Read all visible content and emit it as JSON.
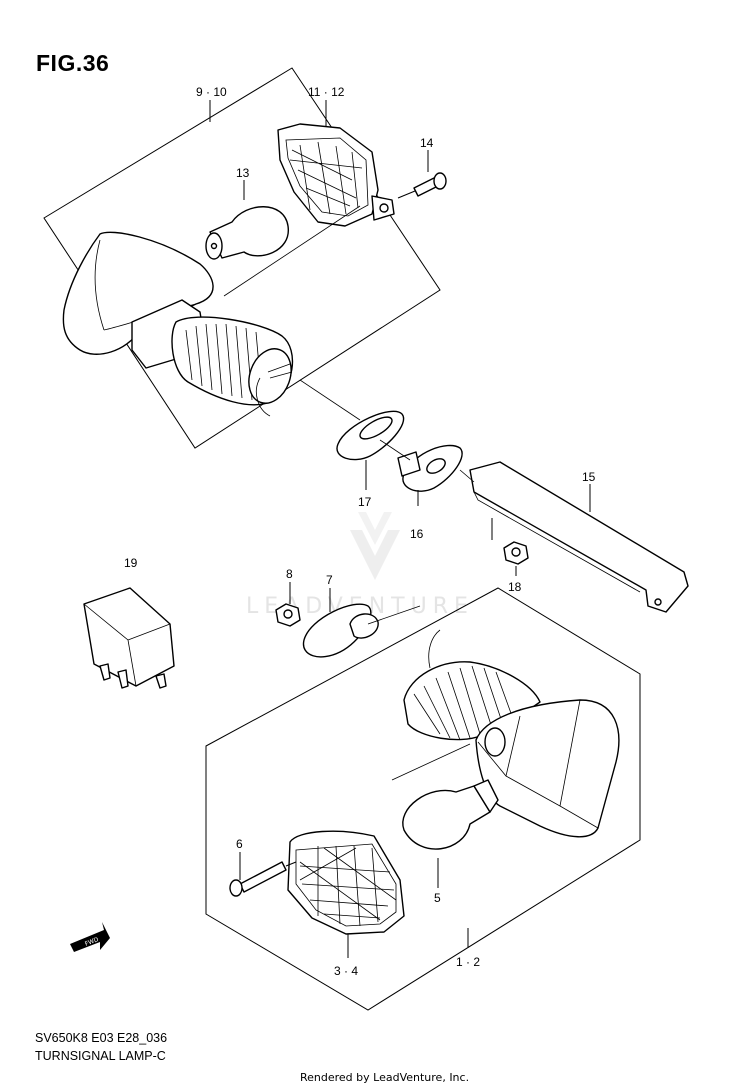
{
  "figure": {
    "title": "FIG.36",
    "model_code": "SV650K8 E03 E28_036",
    "part_name": "TURNSIGNAL LAMP-C",
    "rendered_by": "Rendered by LeadVenture, Inc.",
    "watermark": "LEADVENTURE",
    "fwd_label": "FWD"
  },
  "callouts": [
    {
      "id": "c-9-10",
      "text": "9 · 10"
    },
    {
      "id": "c-11-12",
      "text": "11 · 12"
    },
    {
      "id": "c-13",
      "text": "13"
    },
    {
      "id": "c-14",
      "text": "14"
    },
    {
      "id": "c-15",
      "text": "15"
    },
    {
      "id": "c-16",
      "text": "16"
    },
    {
      "id": "c-17",
      "text": "17"
    },
    {
      "id": "c-18",
      "text": "18"
    },
    {
      "id": "c-19",
      "text": "19"
    },
    {
      "id": "c-8",
      "text": "8"
    },
    {
      "id": "c-7",
      "text": "7"
    },
    {
      "id": "c-6",
      "text": "6"
    },
    {
      "id": "c-5",
      "text": "5"
    },
    {
      "id": "c-3-4",
      "text": "3 · 4"
    },
    {
      "id": "c-1-2",
      "text": "1 · 2"
    }
  ]
}
